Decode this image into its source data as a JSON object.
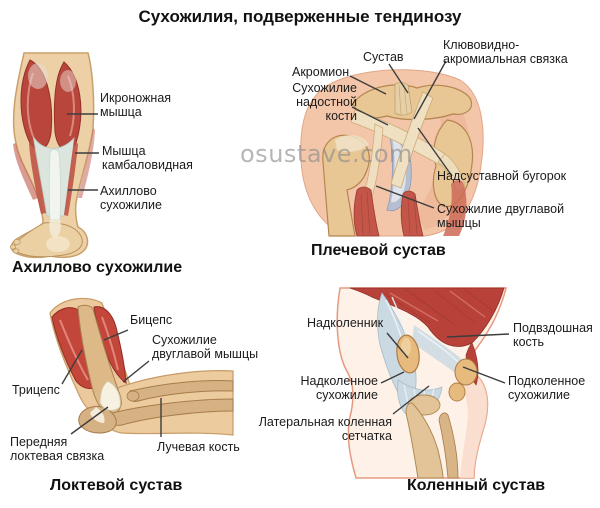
{
  "title": "Сухожилия, подверженные тендинозу",
  "watermark": "osustave.com",
  "panels": {
    "achilles": {
      "caption": "Ахиллово сухожилие",
      "labels": {
        "gastrocnemius": "Икроножная\nмышца",
        "soleus": "Мышца\nкамбаловидная",
        "achilles_tendon": "Ахиллово\nсухожилие"
      }
    },
    "shoulder": {
      "caption": "Плечевой сустав",
      "labels": {
        "joint": "Сустав",
        "coracoacromial_ligament": "Клювовидно-\nакромиальная связка",
        "acromion": "Акромион",
        "supraspinatus_tendon": "Сухожилие\nнадостной\nкости",
        "supraglenoid_tubercle": "Надсуставной бугорок",
        "biceps_tendon": "Сухожилие двуглавой\nмышцы"
      }
    },
    "elbow": {
      "caption": "Локтевой сустав",
      "labels": {
        "biceps": "Бицепс",
        "biceps_tendon": "Сухожилие\nдвуглавой мышцы",
        "triceps": "Трицепс",
        "anterior_elbow_ligament": "Передняя\nлоктевая связка",
        "radius_bone": "Лучевая кость"
      }
    },
    "knee": {
      "caption": "Коленный сустав",
      "labels": {
        "patella": "Надколенник",
        "iliac_bone": "Подвздошная\nкость",
        "patellar_tendon": "Надколенное\nсухожилие",
        "popliteal_tendon": "Подколенное\nсухожилие",
        "lateral_retinaculum": "Латеральная коленная\nсетчатка"
      }
    }
  },
  "colors": {
    "muscle_red": "#b8463d",
    "bone_tan": "#e7c292",
    "tendon_cream": "#efe0c2",
    "fascia_blue": "#cbd9e3",
    "skin": "#eed0a6",
    "label_text": "#1b1b1b",
    "leader_line": "#3d3d3d"
  }
}
